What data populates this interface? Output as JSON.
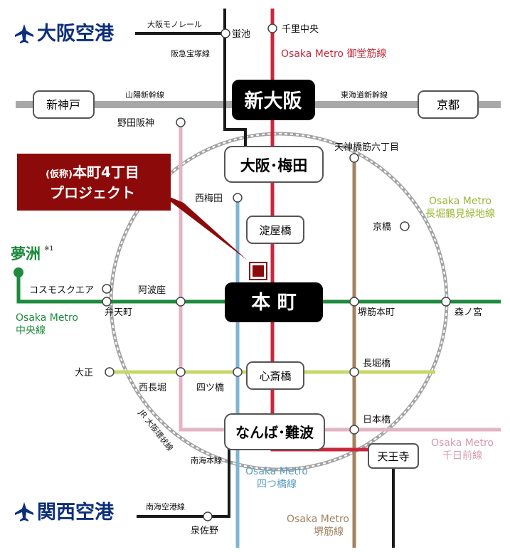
{
  "airports": {
    "osaka": "大阪空港",
    "kansai": "関西空港"
  },
  "lines": {
    "osaka_monorail": "大阪モノレール",
    "hankyu_takarazuka": "阪急宝塚線",
    "sanyo_shinkansen": "山陽新幹線",
    "tokaido_shinkansen": "東海道新幹線",
    "midosuji_en": "Osaka Metro",
    "midosuji_jp": "御堂筋線",
    "nagahori_en": "Osaka Metro",
    "nagahori_jp": "長堀鶴見緑地線",
    "chuo_en": "Osaka Metro",
    "chuo_jp": "中央線",
    "sennichimae_en": "Osaka Metro",
    "sennichimae_jp": "千日前線",
    "yotsubashi_en": "Osaka Metro",
    "yotsubashi_jp": "四つ橋線",
    "sakaisuji_en": "Osaka Metro",
    "sakaisuji_jp": "堺筋線",
    "loop": "JR 大阪環状線",
    "nankai_main": "南海本線",
    "nankai_airport": "南海空港線"
  },
  "major_stations": {
    "shin_osaka": "新大阪",
    "umeda": "大阪･梅田",
    "honmachi": "本 町",
    "namba": "なんば･難波",
    "shin_kobe": "新神戸",
    "kyoto": "京都",
    "yodoyabashi": "淀屋橋",
    "shinsaibashi": "心斎橋",
    "tennoji": "天王寺"
  },
  "stations": {
    "hotarugaike": "蛍池",
    "senri_chuo": "千里中央",
    "noda_hanshin": "野田阪神",
    "tenjinbashi": "天神橋筋六丁目",
    "nishi_umeda": "西梅田",
    "kyobashi": "京橋",
    "yumeshima": "夢洲",
    "yumeshima_note": "※1",
    "cosmosquare": "コスモスクエア",
    "awaza": "阿波座",
    "bentencho": "弁天町",
    "sakaisuji_honmachi": "堺筋本町",
    "morinomiya": "森ノ宮",
    "taisho": "大正",
    "nishi_nagahori": "西長堀",
    "yotsubashi": "四ツ橋",
    "nagahoribashi": "長堀橋",
    "nipponbashi": "日本橋",
    "izumisano": "泉佐野"
  },
  "project": {
    "prefix": "(仮称)",
    "line1": "本町4丁目",
    "line2": "プロジェクト"
  },
  "colors": {
    "midosuji": "#c8283c",
    "chuo": "#1d8a3c",
    "yotsubashi": "#7fb4d2",
    "sakaisuji": "#a38260",
    "nagahori": "#c3d86a",
    "sennichimae": "#e2b4c4",
    "shinkansen": "#a8a8a8",
    "private": "#1a1a1a",
    "loop": "#a3a3a3",
    "airport": "#0d2f7a",
    "project": "#8d0a0a"
  },
  "icons": {
    "airport": "airplane-icon"
  }
}
